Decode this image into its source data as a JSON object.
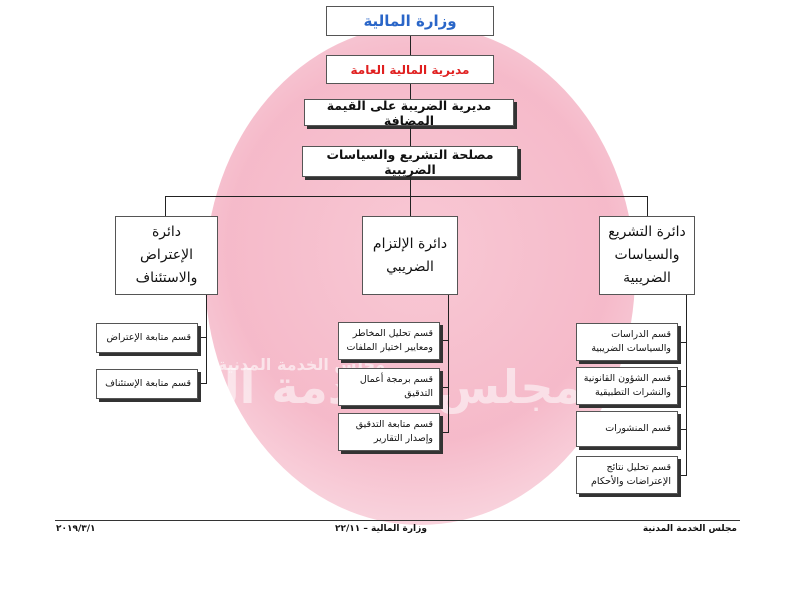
{
  "org": {
    "ministry": "وزارة المالية",
    "directorate": "مديرية المالية العامة",
    "tax_directorate": "مديرية الضريبة على القيمة المضافة",
    "service": "مصلحة التشريع والسياسات الضريبية"
  },
  "departments": [
    {
      "name": "دائرة التشريع والسياسات الضريبية",
      "sections": [
        "قسم الدراسات والسياسات الضريبية",
        "قسم الشؤون القانونية والنشرات التطبيقية",
        "قسم المنشورات",
        "قسم تحليل نتائج الإعتراضات والأحكام"
      ]
    },
    {
      "name": "دائرة الإلتزام الضريبي",
      "sections": [
        "قسم تحليل المخاطر ومعايير اختيار الملفات",
        "قسم برمجة أعمال التدقيق",
        "قسم متابعة التدقيق وإصدار التقارير"
      ]
    },
    {
      "name": "دائرة الإعتراض والاستئناف",
      "sections": [
        "قسم متابعة الإعتراض",
        "قسم متابعة الإستئناف"
      ]
    }
  ],
  "watermark": {
    "text": "مجلس الخدمة المدنية",
    "small": "مجلس الخدمة المدنية"
  },
  "footer": {
    "right": "مجلس الخدمة المدنية",
    "center": "وزارة المالية – ٢٢/١١",
    "left": "٢٠١٩/٣/١"
  },
  "colors": {
    "ministry": "#2a66c8",
    "directorate": "#e02020",
    "watermark": "#f2a3b8"
  }
}
